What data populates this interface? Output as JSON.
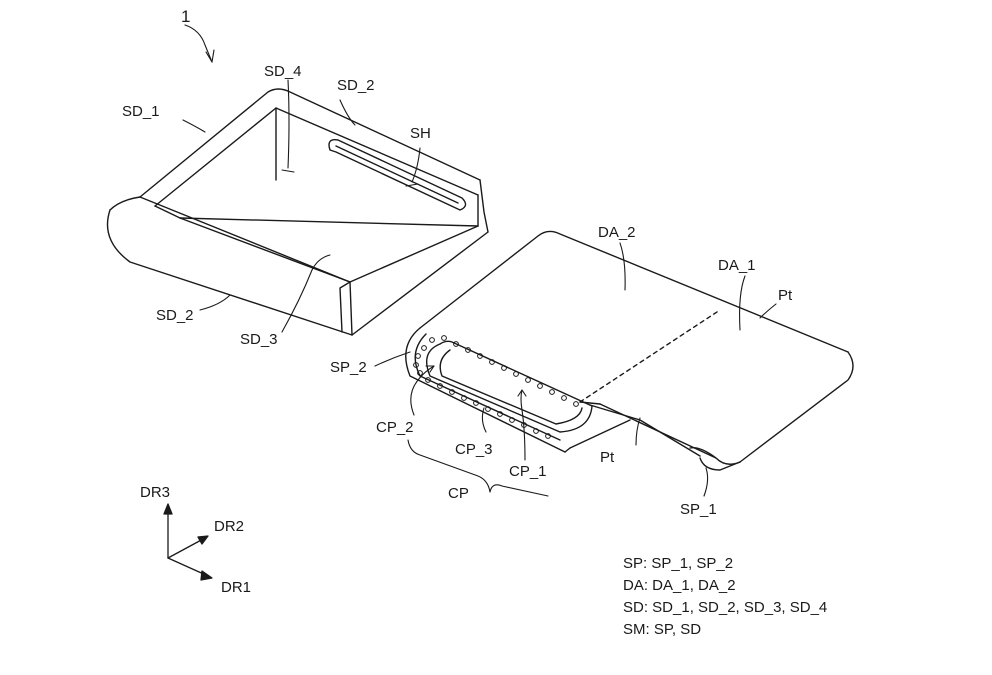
{
  "figure": {
    "figure_number": "1",
    "labels": {
      "sd_1": "SD_1",
      "sd_4": "SD_4",
      "sd_2_top": "SD_2",
      "sh": "SH",
      "sd_2_side": "SD_2",
      "sd_3": "SD_3",
      "da_2": "DA_2",
      "da_1": "DA_1",
      "pt_top": "Pt",
      "sp_2": "SP_2",
      "cp_2": "CP_2",
      "cp_3": "CP_3",
      "cp_1": "CP_1",
      "cp": "CP",
      "pt_bottom": "Pt",
      "sp_1": "SP_1",
      "dr3": "DR3",
      "dr2": "DR2",
      "dr1": "DR1"
    },
    "legend": [
      "SP: SP_1, SP_2",
      "DA: DA_1, DA_2",
      "SD: SD_1, SD_2, SD_3, SD_4",
      "SM: SP, SD"
    ]
  }
}
